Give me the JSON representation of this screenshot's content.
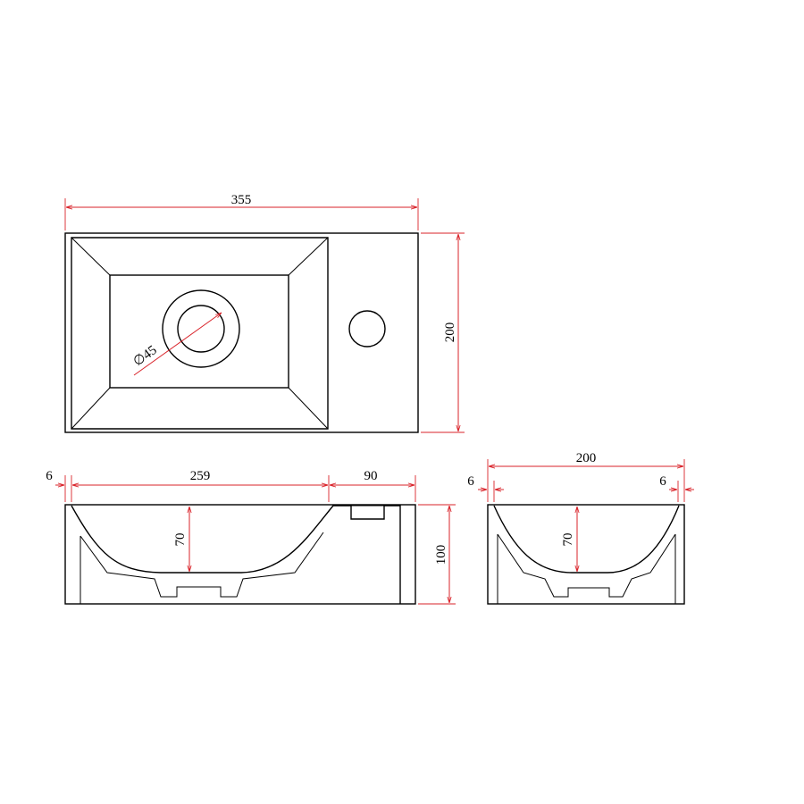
{
  "dimensions": {
    "top_width": "355",
    "top_height": "200",
    "drain_diameter": "∅45",
    "front_left_rim": "6",
    "front_bowl_width": "259",
    "front_deck_width": "90",
    "front_bowl_depth": "70",
    "front_height": "100",
    "side_width": "200",
    "side_left_rim": "6",
    "side_right_rim": "6",
    "side_bowl_depth": "70"
  },
  "colors": {
    "outline": "#000000",
    "dimension_line": "#d9232a"
  }
}
